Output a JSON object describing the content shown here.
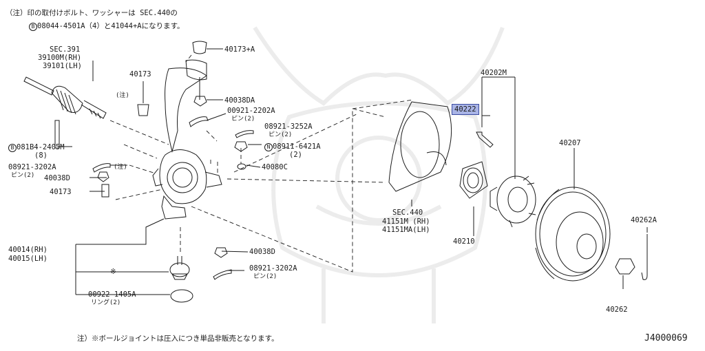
{
  "notes": {
    "top_line1": "（注）印の取付けボルト、ワッシャーは SEC.440の",
    "top_line2_code": "08044-4501A（4）と41044+Aになります。",
    "bottom": "注）※ボールジョイントは圧入につき単品非販売となります。",
    "circle_b": "B",
    "circle_n": "N"
  },
  "labels": {
    "sec391": "SEC.391",
    "sec391_rh": "39100M(RH)",
    "sec391_lh": "39101(LH)",
    "p40173_top": "40173",
    "p40173_bottom": "40173",
    "p40173a": "40173+A",
    "p40038da": "40038DA",
    "p00921": "00921-2202A",
    "p00921_sub": "ピン(2)",
    "note_chu1": "(注)",
    "note_chu2": "(注)",
    "p081b4": "081B4-2405M",
    "p081b4_sub": "(8)",
    "p08921_3202_left": "08921-3202A",
    "p08921_3202_left_sub": "ピン(2)",
    "p40038d_left": "40038D",
    "p08921_3252": "08921-3252A",
    "p08921_3252_sub": "ピン(2)",
    "p08911": "08911-6421A",
    "p08911_sub": "(2)",
    "p40080c": "40080C",
    "p40014": "40014(RH)",
    "p40015": "40015(LH)",
    "asterisk": "※",
    "p40038d_right": "40038D",
    "p08921_3202_right": "08921-3202A",
    "p08921_3202_right_sub": "ピン(2)",
    "p00922": "00922-1405A",
    "p00922_sub": "リング(2)",
    "p40202m": "40202M",
    "p40222": "40222",
    "sec440": "SEC.440",
    "sec440_rh": "41151M (RH)",
    "sec440_lh": "41151MA(LH)",
    "p40210": "40210",
    "p40207": "40207",
    "p40262a": "40262A",
    "p40262": "40262",
    "diagram_id": "J4000069"
  },
  "colors": {
    "line": "#1a1a1a",
    "highlight_fill": "#a9b4e6",
    "highlight_border": "#3a4aa0",
    "watermark": "#ececec"
  }
}
